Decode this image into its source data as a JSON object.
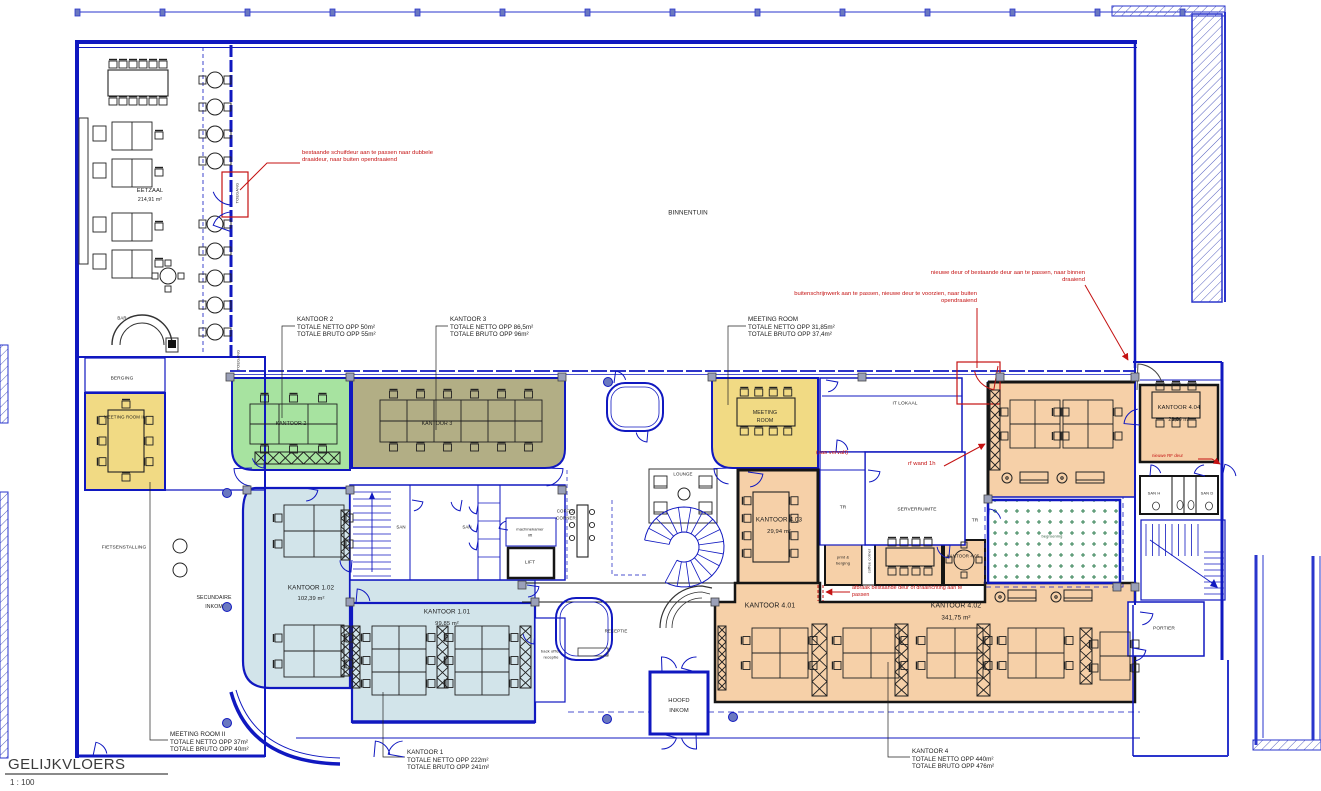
{
  "title_block": {
    "title": "GELIJKVLOERS",
    "scale": "1 : 100"
  },
  "colors": {
    "wall_blue": "#1018c0",
    "room_green": "#a7e3a0",
    "room_olive": "#b2ae85",
    "room_yellow": "#f1da84",
    "room_lightblue": "#d2e4ea",
    "room_peach": "#f6d0a8",
    "annotation_red": "#c41212",
    "terrace_dot_green": "#2e7d4f"
  },
  "rooms": {
    "eetzaal": {
      "name": "EETZAAL",
      "area": "214,91 m²"
    },
    "bar": {
      "name": "BAR"
    },
    "binnentuin": {
      "name": "BINNENTUIN"
    },
    "berging": {
      "name": "BERGING"
    },
    "meeting_room_3": {
      "name": "MEETING ROOM II"
    },
    "fietsenstalling": {
      "name": "FIETSENSTALLING"
    },
    "secundaire_inkom": {
      "line1": "SECUNDAIRE",
      "line2": "INKOM"
    },
    "kantoor2": {
      "name": "KANTOOR 2"
    },
    "kantoor3": {
      "name": "KANTOOR 3"
    },
    "meeting_room": {
      "line1": "MEETING",
      "line2": "ROOM"
    },
    "it_lokaal": {
      "name": "IT LOKAAL"
    },
    "serverruimte": {
      "name": "SERVERRUIMTE"
    },
    "tr1": {
      "name": "TR"
    },
    "tr2": {
      "name": "TR"
    },
    "san1": {
      "name": "SAN"
    },
    "san2": {
      "name": "SAN"
    },
    "lift": {
      "name": "LIFT"
    },
    "machinekamer": {
      "line1": "machinekamer",
      "line2": "lift"
    },
    "kantoor102": {
      "name": "KANTOOR 1.02",
      "area": "102,39 m²"
    },
    "kantoor101": {
      "name": "KANTOOR 1.01",
      "area": "99,85 m²"
    },
    "coffee_corner1": {
      "line1": "COFFEE",
      "line2": "CORNER"
    },
    "coffee_corner2": {
      "name": "coffee corner"
    },
    "lounge": {
      "name": "LOUNGE"
    },
    "receptie": {
      "name": "RECEPTIE"
    },
    "hoofd_inkom": {
      "line1": "HOOFD",
      "line2": "INKOM"
    },
    "back_office": {
      "line1": "back office",
      "line2": "receptie"
    },
    "kantoor403": {
      "name": "KANTOOR 4.03",
      "area": "29,94 m²"
    },
    "print_berging": {
      "line1": "print &",
      "line2": "berging"
    },
    "kantoor405": {
      "name": "KANTOOR 4.05"
    },
    "kantoor401": {
      "name": "KANTOOR 4.01"
    },
    "kantoor402": {
      "name": "KANTOOR 4.02",
      "area": "341,75 m²"
    },
    "kantoor404": {
      "name": "KANTOOR 4.04",
      "area": "26,04 m²"
    },
    "san_h": {
      "name": "SAN H"
    },
    "san_d": {
      "name": "SAN D"
    },
    "portier": {
      "name": "PORTIER"
    },
    "begroening": {
      "name": "begroening"
    },
    "toegang1": {
      "name": "TOEGANG"
    },
    "toegang2": {
      "name": "TOEGANG"
    }
  },
  "callouts": [
    {
      "name": "KANTOOR 2",
      "netto": "TOTALE NETTO OPP 50m²",
      "bruto": "TOTALE BRUTO OPP 55m²"
    },
    {
      "name": "KANTOOR 3",
      "netto": "TOTALE NETTO OPP 86,5m²",
      "bruto": "TOTALE BRUTO OPP 96m²"
    },
    {
      "name": "MEETING ROOM",
      "netto": "TOTALE NETTO OPP 31,85m²",
      "bruto": "TOTALE BRUTO OPP 37,4m²"
    },
    {
      "name": "MEETING ROOM II",
      "netto": "TOTALE NETTO OPP 37m²",
      "bruto": "TOTALE BRUTO OPP 40m²"
    },
    {
      "name": "KANTOOR 1",
      "netto": "TOTALE NETTO OPP 222m²",
      "bruto": "TOTALE BRUTO OPP 241m²"
    },
    {
      "name": "KANTOOR 4",
      "netto": "TOTALE NETTO OPP 440m²",
      "bruto": "TOTALE BRUTO OPP 476m²"
    }
  ],
  "annotations": [
    {
      "text": "bestaande schuifdeur aan te passen naar dubbele draaideur, naar buiten opendraaiend"
    },
    {
      "text": "nieuwe deur of bestaande deur aan te passen, naar binnen draaiend"
    },
    {
      "text": "buitenschrijnwerk aan te passen, nieuwe deur te voorzien, naar buiten opendraaiend"
    },
    {
      "text": "(sas vervalt)"
    },
    {
      "text": "rf wand 1h"
    },
    {
      "text": "nieuwe RF deur"
    },
    {
      "text": "afbraak bestaande deur of draairichting aan te passen"
    }
  ]
}
